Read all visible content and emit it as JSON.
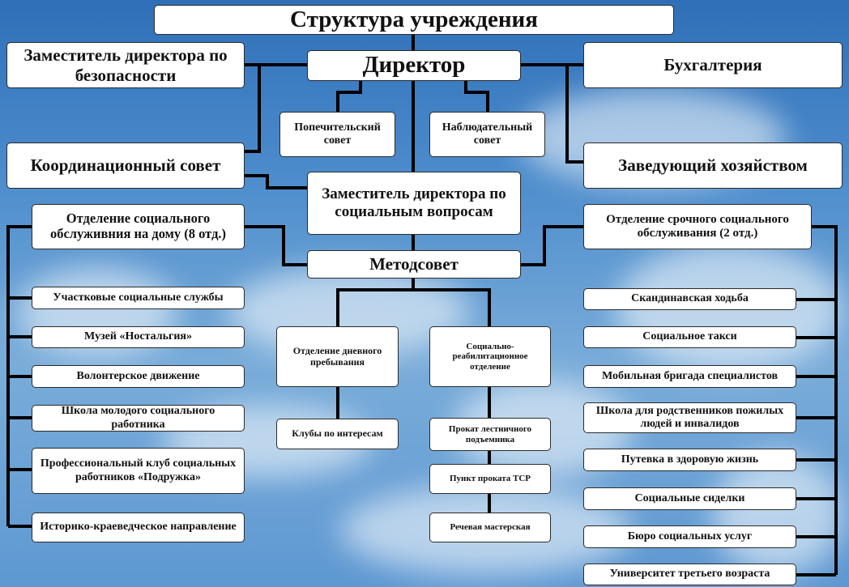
{
  "title": "Структура учреждения",
  "top": {
    "director": "Директор",
    "deputy_security": "Заместитель директора по безопасности",
    "accounting": "Бухгалтерия",
    "trustee_council": "Попечительский совет",
    "supervisory_council": "Наблюдательный совет",
    "coordination_council": "Координационный совет",
    "housekeeping": "Заведующий хозяйством",
    "deputy_social": "Заместитель директора по социальным вопросам",
    "metodsovet": "Методсовет"
  },
  "left": {
    "head": "Отделение социального обслуживния на дому (8 отд.)",
    "items": [
      "Участковые социальные службы",
      "Музей «Ностальгия»",
      "Волонтерское движение",
      "Школа молодого социального работника",
      "Профессиональный клуб социальных работников «Подружка»",
      "Историко-краеведческое направление"
    ]
  },
  "center_left": {
    "head": "Отделение дневного пребывания",
    "items": [
      "Клубы по интересам"
    ]
  },
  "center_right": {
    "head": "Социально-реабилитационное отделение",
    "items": [
      "Прокат лестничного подъемника",
      "Пункт проката ТСР",
      "Речевая мастерская"
    ]
  },
  "right": {
    "head": "Отделение срочного социального обслуживания (2 отд.)",
    "items": [
      "Скандинавская ходьба",
      "Социальное такси",
      "Мобильная бригада специалистов",
      "Школа для родственников пожилых людей и инвалидов",
      "Путевка в здоровую жизнь",
      "Социальные сиделки",
      "Бюро социальных услуг",
      "Университет третьего возраста"
    ]
  }
}
